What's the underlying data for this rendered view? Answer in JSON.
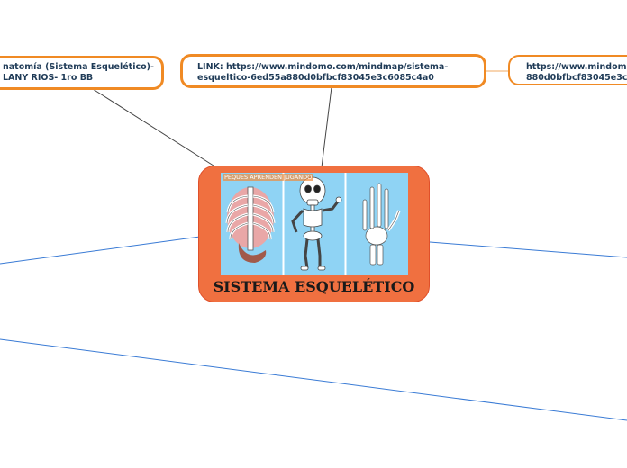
{
  "central": {
    "title": "SISTEMA ESQUELÉTICO",
    "image_caption": "PEQUES APRENDEN JUGANDO"
  },
  "topics": {
    "left": {
      "line1": "natomía (Sistema Esquelético)-",
      "line2": "LANY RIOS- 1ro BB"
    },
    "middle": {
      "line1": "LINK: https://www.mindomo.com/mindmap/sistema-",
      "line2": "esqueltico-6ed55a880d0bfbcf83045e3c6085c4a0"
    },
    "right": {
      "line1": "https://www.mindom",
      "line2": "880d0bfbcf83045e3c6"
    }
  },
  "colors": {
    "topic_border": "#f08a24",
    "central_fill": "#f07040",
    "connector_gray": "#444444",
    "connector_blue": "#3a7bd5"
  }
}
